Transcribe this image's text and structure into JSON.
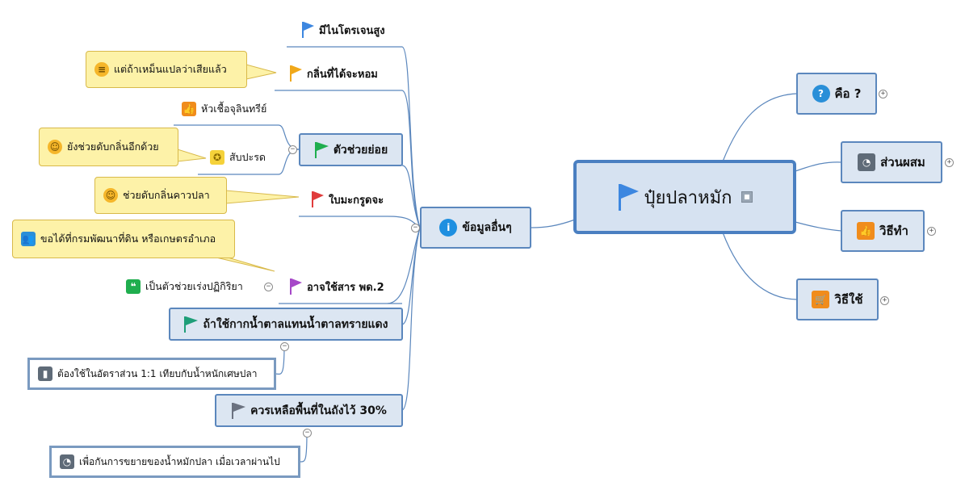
{
  "central": {
    "label": "ปุ๋ยปลาหมัก",
    "icon": "blue-flag-icon"
  },
  "right_topics": [
    {
      "label": "คือ ?",
      "icon": "question-icon",
      "icon_color": "#2a8fd8"
    },
    {
      "label": "ส่วนผสม",
      "icon": "pie-chart-icon",
      "icon_color": "#5f6b78"
    },
    {
      "label": "วิธีทำ",
      "icon": "thumbs-up-icon",
      "icon_color": "#f08c1c"
    },
    {
      "label": "วิธีใช้",
      "icon": "cart-icon",
      "icon_color": "#f08c1c"
    }
  ],
  "other_info": {
    "label": "ข้อมูลอื่นๆ",
    "icon": "info-icon",
    "icon_color": "#1e8fe0"
  },
  "left_items": {
    "nitrogen": {
      "label": "มีไนโตรเจนสูง",
      "flag_color": "#3d87e0"
    },
    "smell": {
      "label": "กลิ่นที่ได้จะหอม",
      "flag_color": "#f0a81a"
    },
    "smell_note": "แต่ถ้าเหม็นแปลว่าเสียแล้ว",
    "digest": {
      "label": "ตัวช่วยย่อย",
      "flag_color": "#1fae4e"
    },
    "microbe": "หัวเชื้อจุลินทรีย์",
    "pineapple": "สับปะรด",
    "digest_note": "ยังช่วยดับกลิ่นอีกด้วย",
    "kaffir": {
      "label": "ใบมะกรูดจะ",
      "flag_color": "#e03c3c"
    },
    "kaffir_note": "ช่วยดับกลิ่นคาวปลา",
    "pd2": {
      "label": "อาจใช้สาร พด.2",
      "flag_color": "#a648c8"
    },
    "pd2_note": "ขอได้ที่กรมพัฒนาที่ดิน หรือเกษตรอำเภอ",
    "catalyst": "เป็นตัวช่วยเร่งปฏิกิริยา",
    "molasses": {
      "label": "ถ้าใช้กากน้ำตาลแทนน้ำตาลทรายแดง",
      "flag_color": "#1e9e78"
    },
    "ratio": "ต้องใช้ในอัตราส่วน 1:1 เทียบกับน้ำหนักเศษปลา",
    "space": {
      "label": "ควรเหลือพื้นที่ในถังไว้ 30%",
      "flag_color": "#6b7280"
    },
    "expand": "เพื่อกันการขยายของน้ำหมักปลา เมื่อเวลาผ่านไป"
  }
}
